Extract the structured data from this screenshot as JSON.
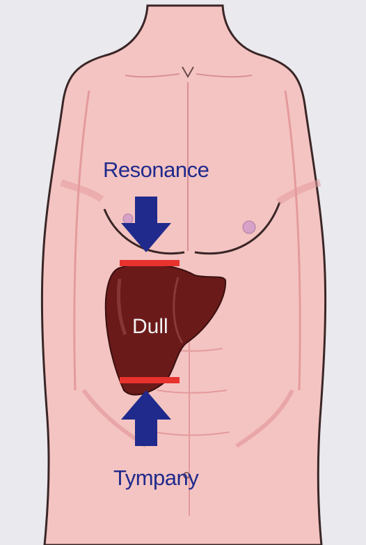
{
  "labels": {
    "resonance": "Resonance",
    "dull": "Dull",
    "tympany": "Tympany"
  },
  "colors": {
    "background": "#e9e9ee",
    "skin": "#f4c4c2",
    "skin_shadow": "#e49a9c",
    "outline": "#3a2626",
    "liver": "#6b1a1a",
    "liver_highlight": "#8a3a3a",
    "arrow": "#1f2a8c",
    "boundary_line": "#e8322e",
    "nipple": "#d7a2c8"
  },
  "icons": {
    "upper_arrow": "arrow-down-icon",
    "lower_arrow": "arrow-up-icon"
  }
}
